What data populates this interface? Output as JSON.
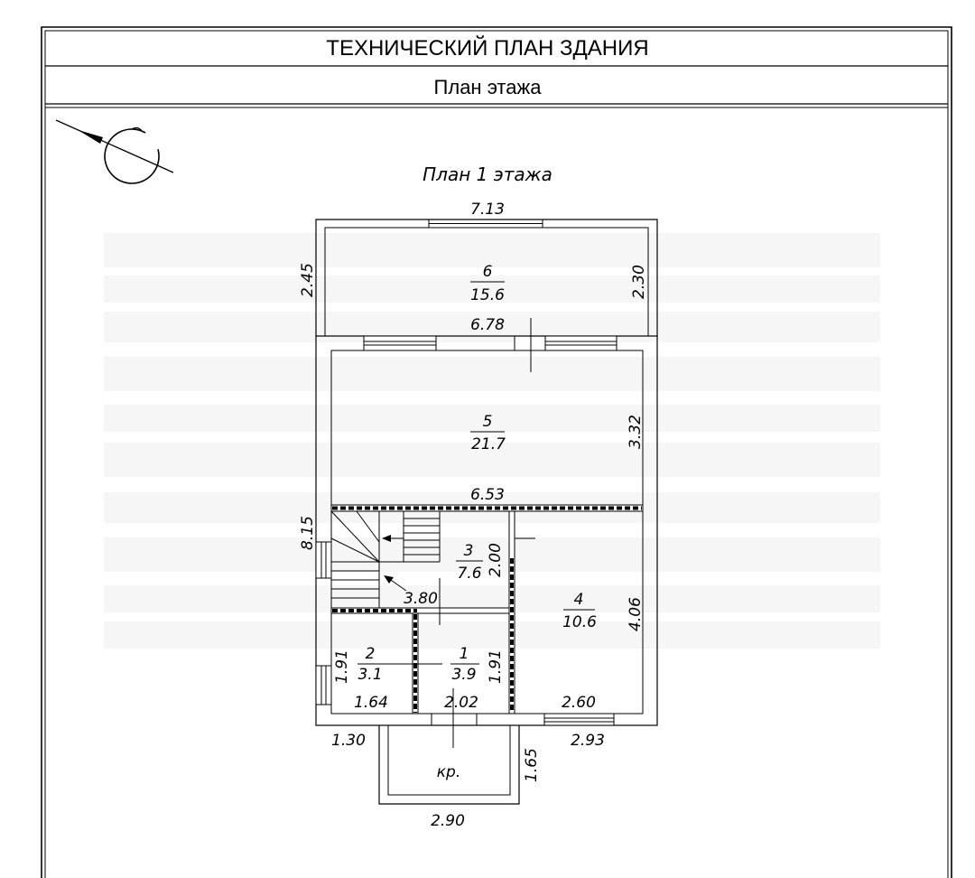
{
  "header": {
    "title": "ТЕХНИЧЕСКИЙ ПЛАН ЗДАНИЯ",
    "subtitle": "План этажа"
  },
  "plan": {
    "title": "План 1 этажа",
    "north_arrow_icon": "compass-icon",
    "rooms": [
      {
        "number": "6",
        "area": "15.6"
      },
      {
        "number": "5",
        "area": "21.7"
      },
      {
        "number": "3",
        "area": "7.6"
      },
      {
        "number": "4",
        "area": "10.6"
      },
      {
        "number": "2",
        "area": "3.1"
      },
      {
        "number": "1",
        "area": "3.9"
      }
    ],
    "porch_label": "кр.",
    "dimensions": {
      "top_width": "7.13",
      "room6_left": "2.45",
      "room6_height": "2.30",
      "room6_width": "6.78",
      "room5_height": "3.32",
      "room5_width": "6.53",
      "building_depth": "8.15",
      "room3_height": "2.00",
      "room3_width": "3.80",
      "room4_height": "4.06",
      "room2_height": "1.91",
      "room1_height": "1.91",
      "room2_width": "1.64",
      "room1_width": "2.02",
      "room4_width": "2.60",
      "left_offset": "1.30",
      "right_offset": "2.93",
      "porch_depth": "1.65",
      "porch_width": "2.90"
    }
  },
  "colors": {
    "line": "#000000",
    "background": "#ffffff"
  }
}
